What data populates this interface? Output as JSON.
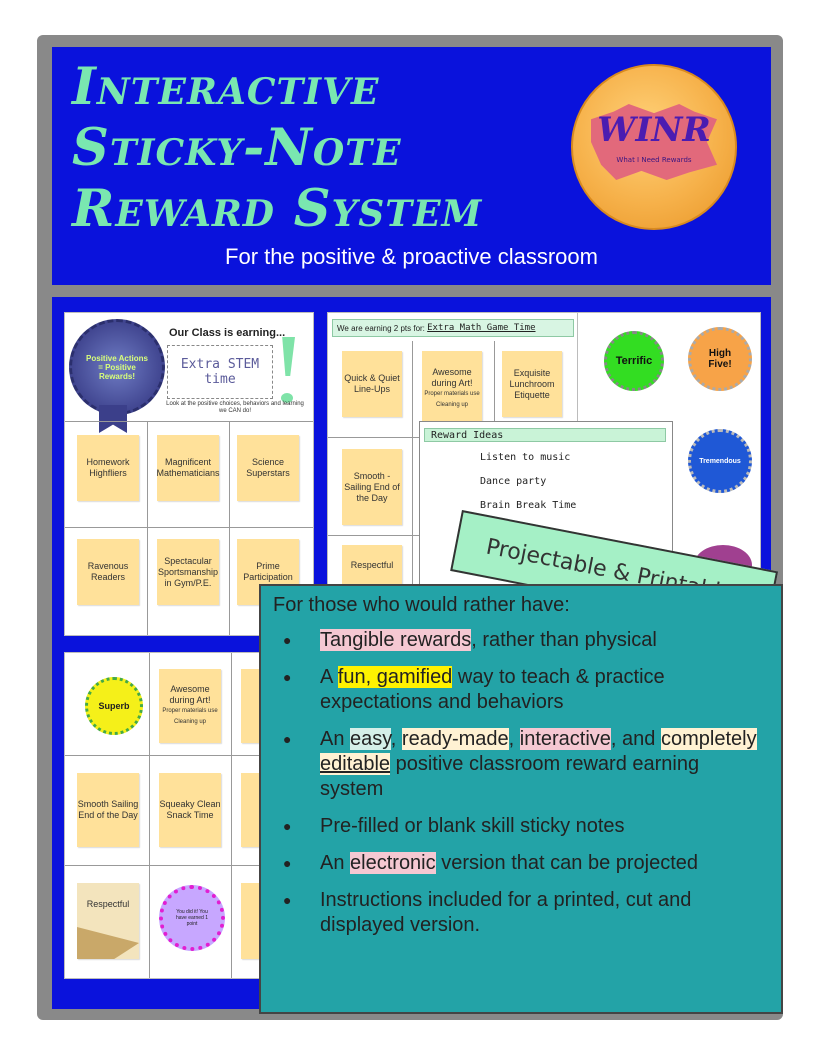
{
  "header": {
    "title_lines": [
      "Interactive",
      "Sticky-Note",
      "Reward System"
    ],
    "subtitle": "For the positive & proactive classroom",
    "logo": {
      "main": "WINR",
      "tagline": "What I Need Rewards"
    }
  },
  "preview_left_top": {
    "badge_text": "Positive Actions = Positive Rewards!",
    "earning_label": "Our Class is earning...",
    "earning_value": "Extra STEM time",
    "earning_note": "Look at the positive choices, behaviors and learning we CAN do!",
    "notes": [
      "Homework Highfliers",
      "Magnificent Mathematicians",
      "Science Superstars",
      "Ravenous Readers",
      "Spectacular Sportsmanship in Gym/P.E.",
      "Prime Participation"
    ]
  },
  "preview_middle": {
    "header": "We are earning 2 pts for:",
    "header_value": "Extra Math Game Time",
    "notes": [
      "Quick & Quiet Line-Ups",
      "Awesome during Art!",
      "Exquisite Lunchroom Etiquette",
      "Smooth - Sailing End of the Day",
      "Respectful"
    ],
    "art_bullets": [
      "Proper materials use",
      "Cleaning up"
    ],
    "reward_ideas": {
      "title": "Reward Ideas",
      "items": [
        "Listen to music",
        "Dance party",
        "Brain Break Time"
      ]
    }
  },
  "preview_right": {
    "badges": [
      "Terrific",
      "High Five!",
      "Tremendous"
    ]
  },
  "preview_left_bottom": {
    "badge": "Superb",
    "notes": [
      "Awesome during Art!",
      "Smooth Sailing End of the Day",
      "Squeaky Clean Snack Time",
      "Respectful"
    ],
    "art_bullets": [
      "Proper materials use",
      "Cleaning up"
    ],
    "pink_badge": "You did it! You have earned 1 point"
  },
  "ribbon": "Projectable & Printable!",
  "info": {
    "intro": "For those who would rather have:",
    "items": [
      {
        "parts": [
          {
            "t": "Tangible rewards",
            "c": "pink"
          },
          {
            "t": ", rather than physical"
          }
        ]
      },
      {
        "parts": [
          {
            "t": "A "
          },
          {
            "t": "fun, gamified",
            "c": "yellow"
          },
          {
            "t": " way to teach & practice expectations and behaviors"
          }
        ]
      },
      {
        "parts": [
          {
            "t": "An "
          },
          {
            "t": "easy",
            "c": "green"
          },
          {
            "t": ", "
          },
          {
            "t": "ready-made",
            "c": "cream"
          },
          {
            "t": ", "
          },
          {
            "t": "interactive",
            "c": "pink"
          },
          {
            "t": ", and "
          },
          {
            "t": "completely ",
            "c": "cream"
          },
          {
            "t": "editable",
            "c": "cream",
            "u": true
          },
          {
            "t": " positive classroom reward earning system"
          }
        ]
      },
      {
        "parts": [
          {
            "t": "Pre-filled or blank skill sticky notes"
          }
        ]
      },
      {
        "parts": [
          {
            "t": "An "
          },
          {
            "t": "electronic",
            "c": "pink"
          },
          {
            "t": " version that can be projected"
          }
        ]
      },
      {
        "parts": [
          {
            "t": "Instructions included for a printed, cut and displayed version."
          }
        ]
      }
    ]
  },
  "colors": {
    "header_bg": "#0a12dc",
    "title_green": "#7ae7b0",
    "info_teal": "#23a3a7",
    "sticky": "#ffe19a",
    "frame": "#898989"
  }
}
